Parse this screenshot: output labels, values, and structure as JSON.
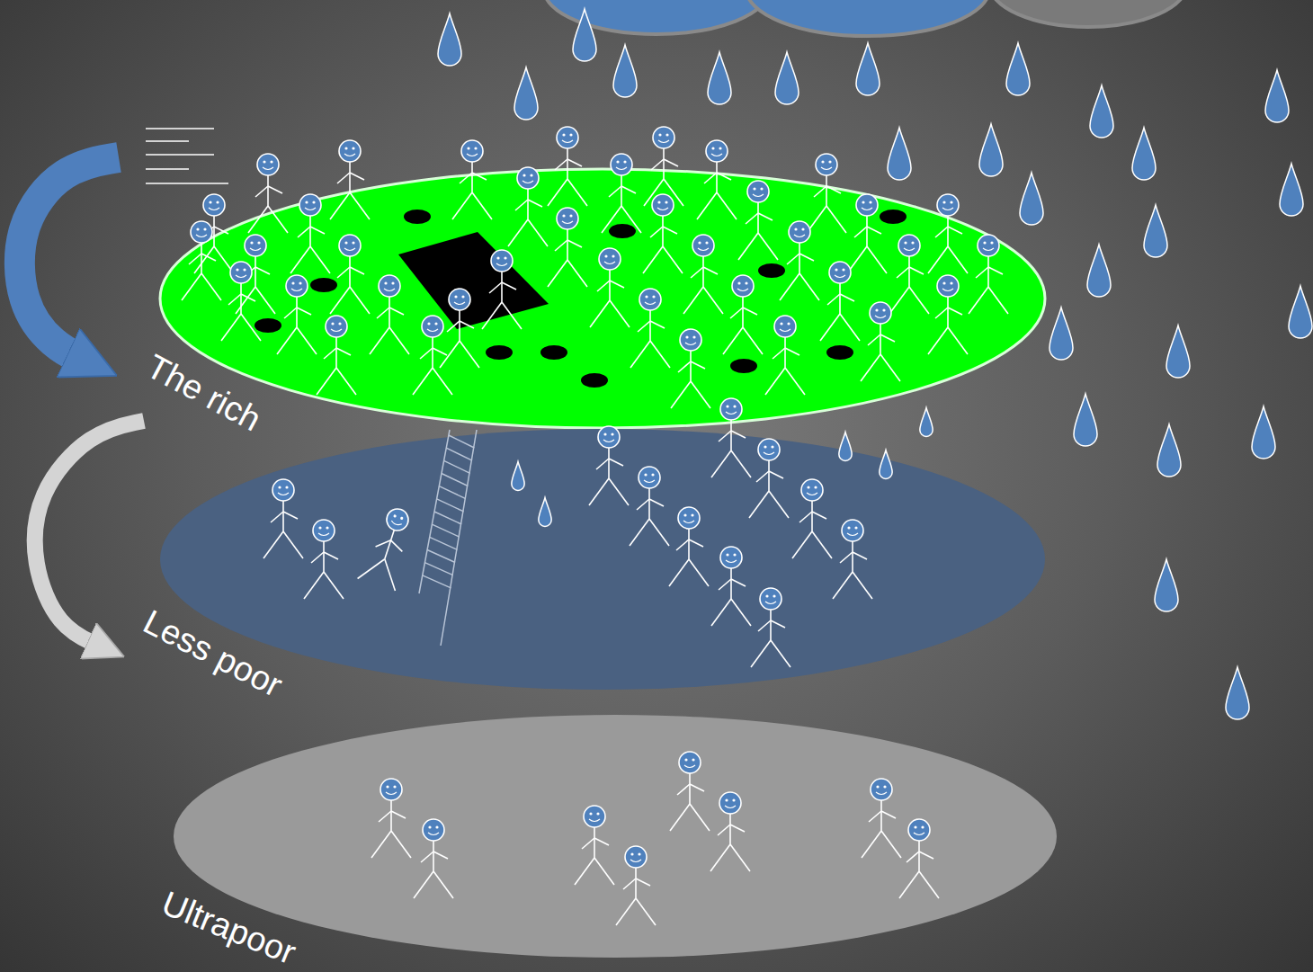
{
  "diagram": {
    "nodes": [
      {
        "text": [
          "The rich"
        ]
      },
      {
        "text": [
          "Less poor"
        ]
      },
      {
        "text": [
          "Ultrapoor"
        ]
      }
    ],
    "edges": [
      {
        "from": 0,
        "to": 1,
        "arrow": "to"
      }
    ]
  }
}
